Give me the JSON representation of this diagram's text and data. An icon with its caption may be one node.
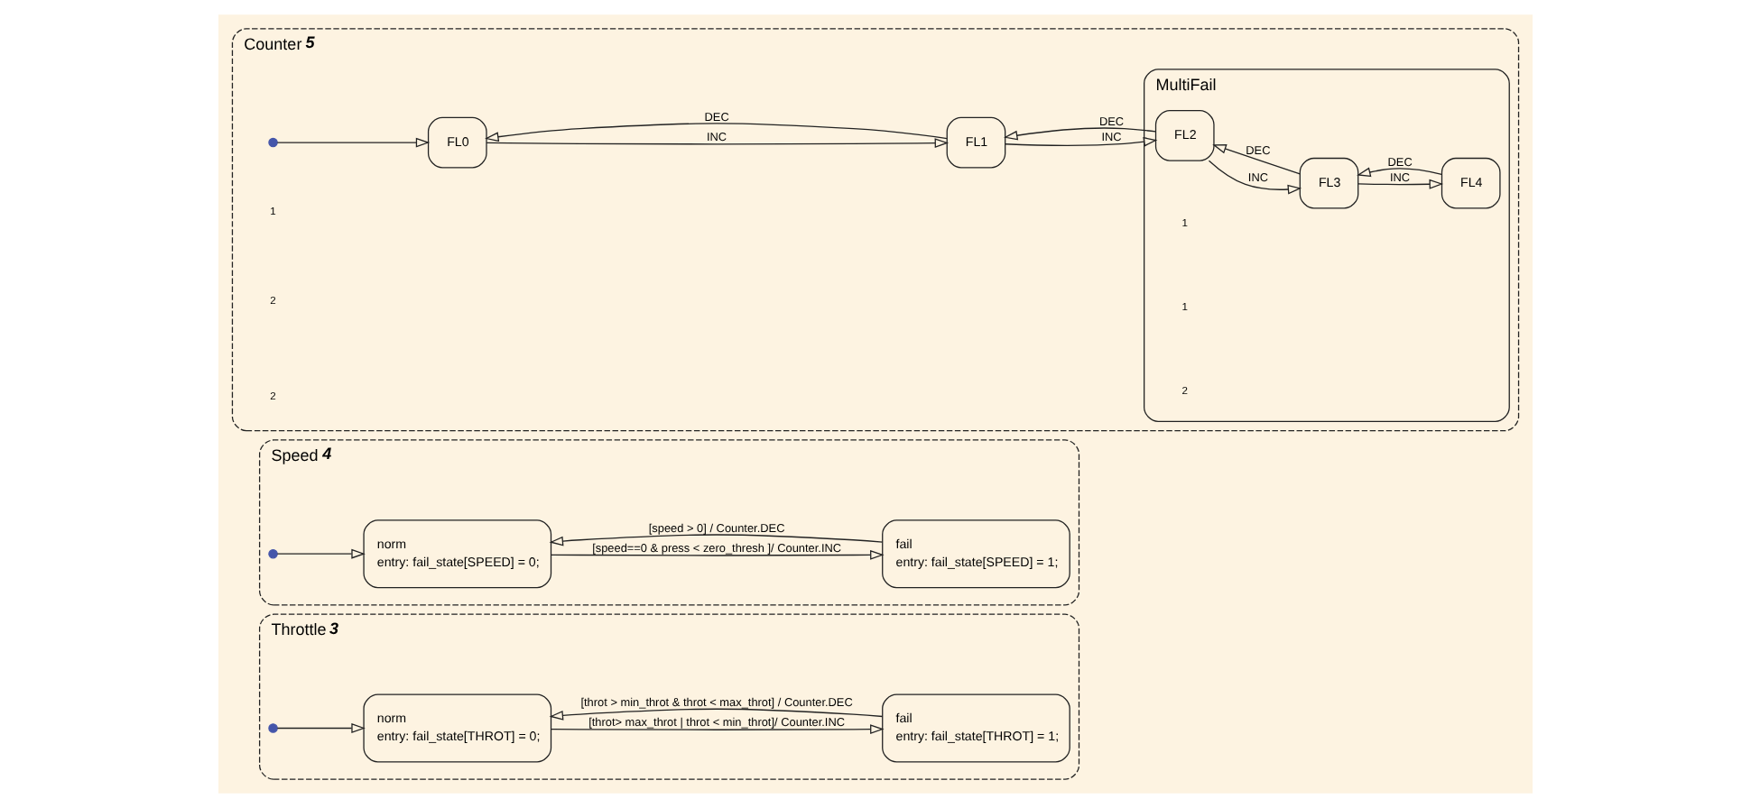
{
  "diagram": {
    "nodes": [
      {
        "text": [
          "Throttle",
          "3"
        ]
      },
      {
        "text": [],
        "shape": "circle",
        "in": 0
      },
      {
        "text": [
          "norm",
          "entry: fail_state[THROT] = 0;"
        ],
        "in": 0
      },
      {
        "text": [
          "fail",
          "entry: fail_state[THROT] = 1;"
        ],
        "in": 0
      },
      {
        "text": [
          "Speed",
          "4"
        ]
      },
      {
        "text": [],
        "shape": "circle",
        "in": 4
      },
      {
        "text": [
          "norm",
          "entry: fail_state[SPEED] = 0;"
        ],
        "in": 4
      },
      {
        "text": [
          "fail",
          "entry: fail_state[SPEED] = 1;"
        ],
        "in": 4
      },
      {
        "text": [
          "Counter",
          "5"
        ]
      },
      {
        "text": [],
        "shape": "circle",
        "in": 8
      },
      {
        "text": [
          "FL0"
        ],
        "in": 8
      },
      {
        "text": [
          "FL1"
        ],
        "in": 8
      },
      {
        "text": [
          "MultiFail"
        ],
        "in": 8
      },
      {
        "text": [
          "FL2"
        ],
        "in": 12
      },
      {
        "text": [
          "FL3"
        ],
        "in": 12
      },
      {
        "text": [
          "FL4"
        ],
        "in": 12
      }
    ],
    "edges": [
      {
        "from": 1,
        "to": 2,
        "arrow": "to"
      },
      {
        "from": 2,
        "to": 3,
        "arrow": "to",
        "label": "[throt> max_throt | throt < min_throt]/ Counter.INC"
      },
      {
        "from": 3,
        "to": 2,
        "arrow": "to",
        "label": "[throt > min_throt & throt < max_throt] / Counter.DEC"
      },
      {
        "from": 5,
        "to": 6,
        "arrow": "to"
      },
      {
        "from": 6,
        "to": 7,
        "arrow": "to",
        "label": "[speed==0 & press < zero_thresh ]/ Counter.INC"
      },
      {
        "from": 7,
        "to": 6,
        "arrow": "to",
        "label": "[speed > 0] / Counter.DEC"
      },
      {
        "from": 9,
        "to": 10,
        "arrow": "to"
      },
      {
        "from": 10,
        "to": 11,
        "arrow": "to",
        "label": "INC"
      },
      {
        "from": 11,
        "to": 10,
        "arrow": "to",
        "label": "DEC"
      },
      {
        "from": 11,
        "to": 13,
        "arrow": "to",
        "label": "INC"
      },
      {
        "from": 13,
        "to": 11,
        "arrow": "to",
        "label": "DEC"
      },
      {
        "from": 13,
        "to": 14,
        "arrow": "to",
        "label": "INC"
      },
      {
        "from": 14,
        "to": 13,
        "arrow": "to",
        "label": "DEC"
      },
      {
        "from": 14,
        "to": 15,
        "arrow": "to",
        "label": "INC"
      },
      {
        "from": 15,
        "to": 14,
        "arrow": "to",
        "label": "DEC"
      }
    ],
    "labels": [
      "1",
      "2",
      "1",
      "2",
      "1",
      "2"
    ]
  }
}
